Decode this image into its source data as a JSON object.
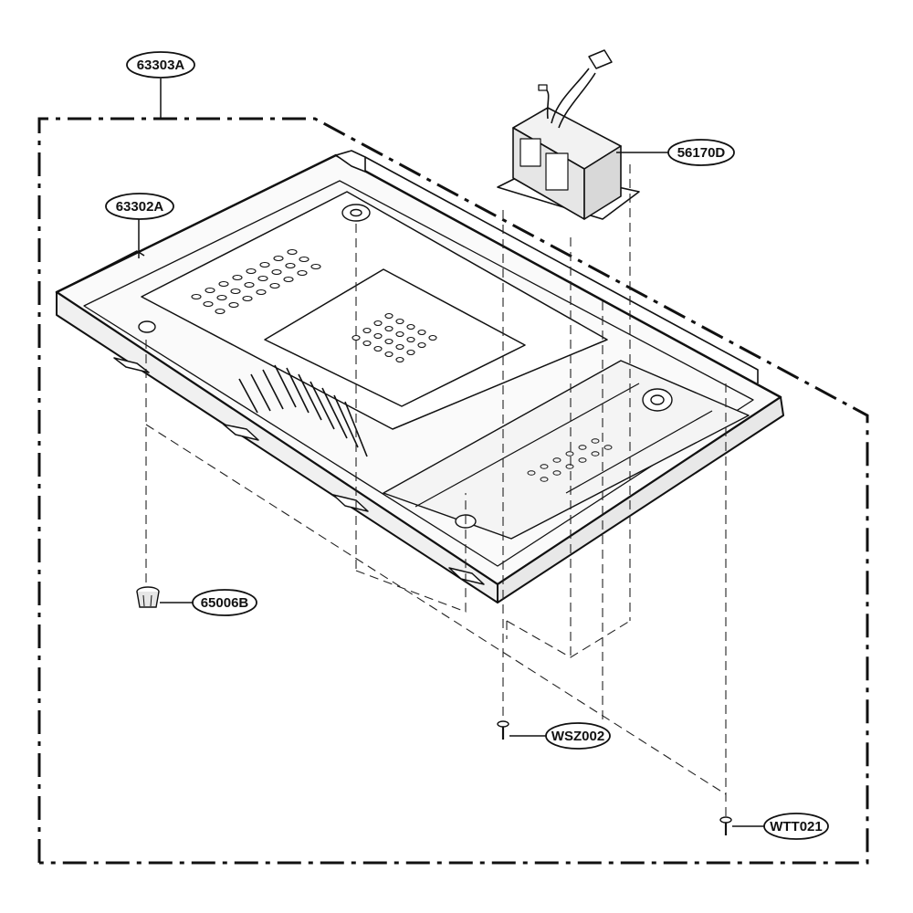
{
  "diagram": {
    "parts": {
      "assembly_base": "63303A",
      "base_plate": "63302A",
      "transformer": "56170D",
      "foot": "65006B",
      "screw_transformer": "WSZ002",
      "screw_base": "WTT021"
    },
    "colors": {
      "line": "#111111",
      "background": "#ffffff",
      "panel_fill": "#fafafa"
    }
  }
}
